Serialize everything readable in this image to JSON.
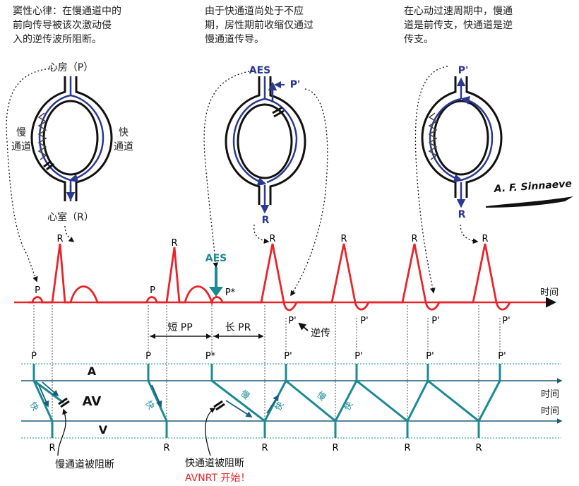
{
  "captions": {
    "panel1": [
      "窦性心律：在慢通道中的",
      "前向传导被该次激动侵",
      "入的逆传波所阻断。"
    ],
    "panel2": [
      "由于快通道尚处于不应",
      "期，房性期前收缩仅通过",
      "慢通道传导。"
    ],
    "panel3": [
      "在心动过速周期中，慢通",
      "道是前传支，快通道是逆",
      "传支。"
    ]
  },
  "panel1": {
    "atrium": "心房（P）",
    "ventricle": "心室（R）",
    "slow_top": "慢",
    "slow_bottom": "通道",
    "fast_top": "快",
    "fast_bottom": "通道"
  },
  "panel2": {
    "aes": "AES",
    "p_prime": "P'",
    "r": "R"
  },
  "panel3": {
    "p_prime": "P'",
    "r": "R"
  },
  "signature": "A. F. Sinnaeve",
  "ecg": {
    "aes": "AES",
    "time": "时间",
    "short_pp": "短 PP",
    "long_pr": "长 PR",
    "retro": "逆传",
    "p": "P",
    "p_star": "P*",
    "p_prime": "P'",
    "r": "R"
  },
  "ladder": {
    "a": "A",
    "av": "AV",
    "v": "V",
    "time1": "时间",
    "time2": "时间",
    "fast": "快",
    "slow": "慢",
    "p": "P",
    "p_star": "P*",
    "p_prime": "P'",
    "r": "R"
  },
  "annotations": {
    "slow_blocked": "慢通道被阻断",
    "fast_blocked": "快通道被阻断",
    "avnrt": "AVNRT 开始！"
  },
  "colors": {
    "ecg": "#e8242a",
    "teal": "#1a8a93",
    "blue": "#2b3990",
    "red_text": "#e8242a"
  }
}
